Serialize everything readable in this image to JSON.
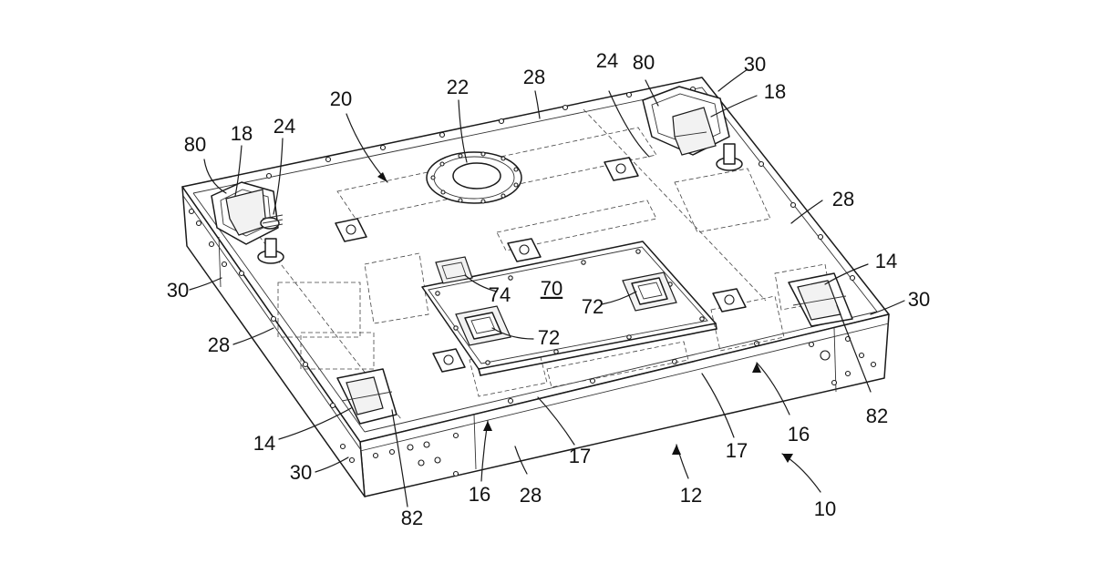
{
  "figure": {
    "reference_numerals": [
      {
        "id": "80-left",
        "text": "80"
      },
      {
        "id": "18-left",
        "text": "18"
      },
      {
        "id": "24-left",
        "text": "24"
      },
      {
        "id": "20",
        "text": "20"
      },
      {
        "id": "22",
        "text": "22"
      },
      {
        "id": "28-top",
        "text": "28"
      },
      {
        "id": "24-right",
        "text": "24"
      },
      {
        "id": "80-right",
        "text": "80"
      },
      {
        "id": "30-top-right",
        "text": "30"
      },
      {
        "id": "18-right",
        "text": "18"
      },
      {
        "id": "28-right",
        "text": "28"
      },
      {
        "id": "14-right",
        "text": "14"
      },
      {
        "id": "30-right",
        "text": "30"
      },
      {
        "id": "30-left",
        "text": "30"
      },
      {
        "id": "28-left",
        "text": "28"
      },
      {
        "id": "74",
        "text": "74"
      },
      {
        "id": "70",
        "text": "70"
      },
      {
        "id": "72-right",
        "text": "72"
      },
      {
        "id": "72-center",
        "text": "72"
      },
      {
        "id": "82-right",
        "text": "82"
      },
      {
        "id": "16-right",
        "text": "16"
      },
      {
        "id": "14-left",
        "text": "14"
      },
      {
        "id": "30-bottom-left",
        "text": "30"
      },
      {
        "id": "82-left",
        "text": "82"
      },
      {
        "id": "16-left",
        "text": "16"
      },
      {
        "id": "28-bottom",
        "text": "28"
      },
      {
        "id": "17-left",
        "text": "17"
      },
      {
        "id": "12",
        "text": "12"
      },
      {
        "id": "17-right",
        "text": "17"
      },
      {
        "id": "10",
        "text": "10"
      }
    ]
  }
}
